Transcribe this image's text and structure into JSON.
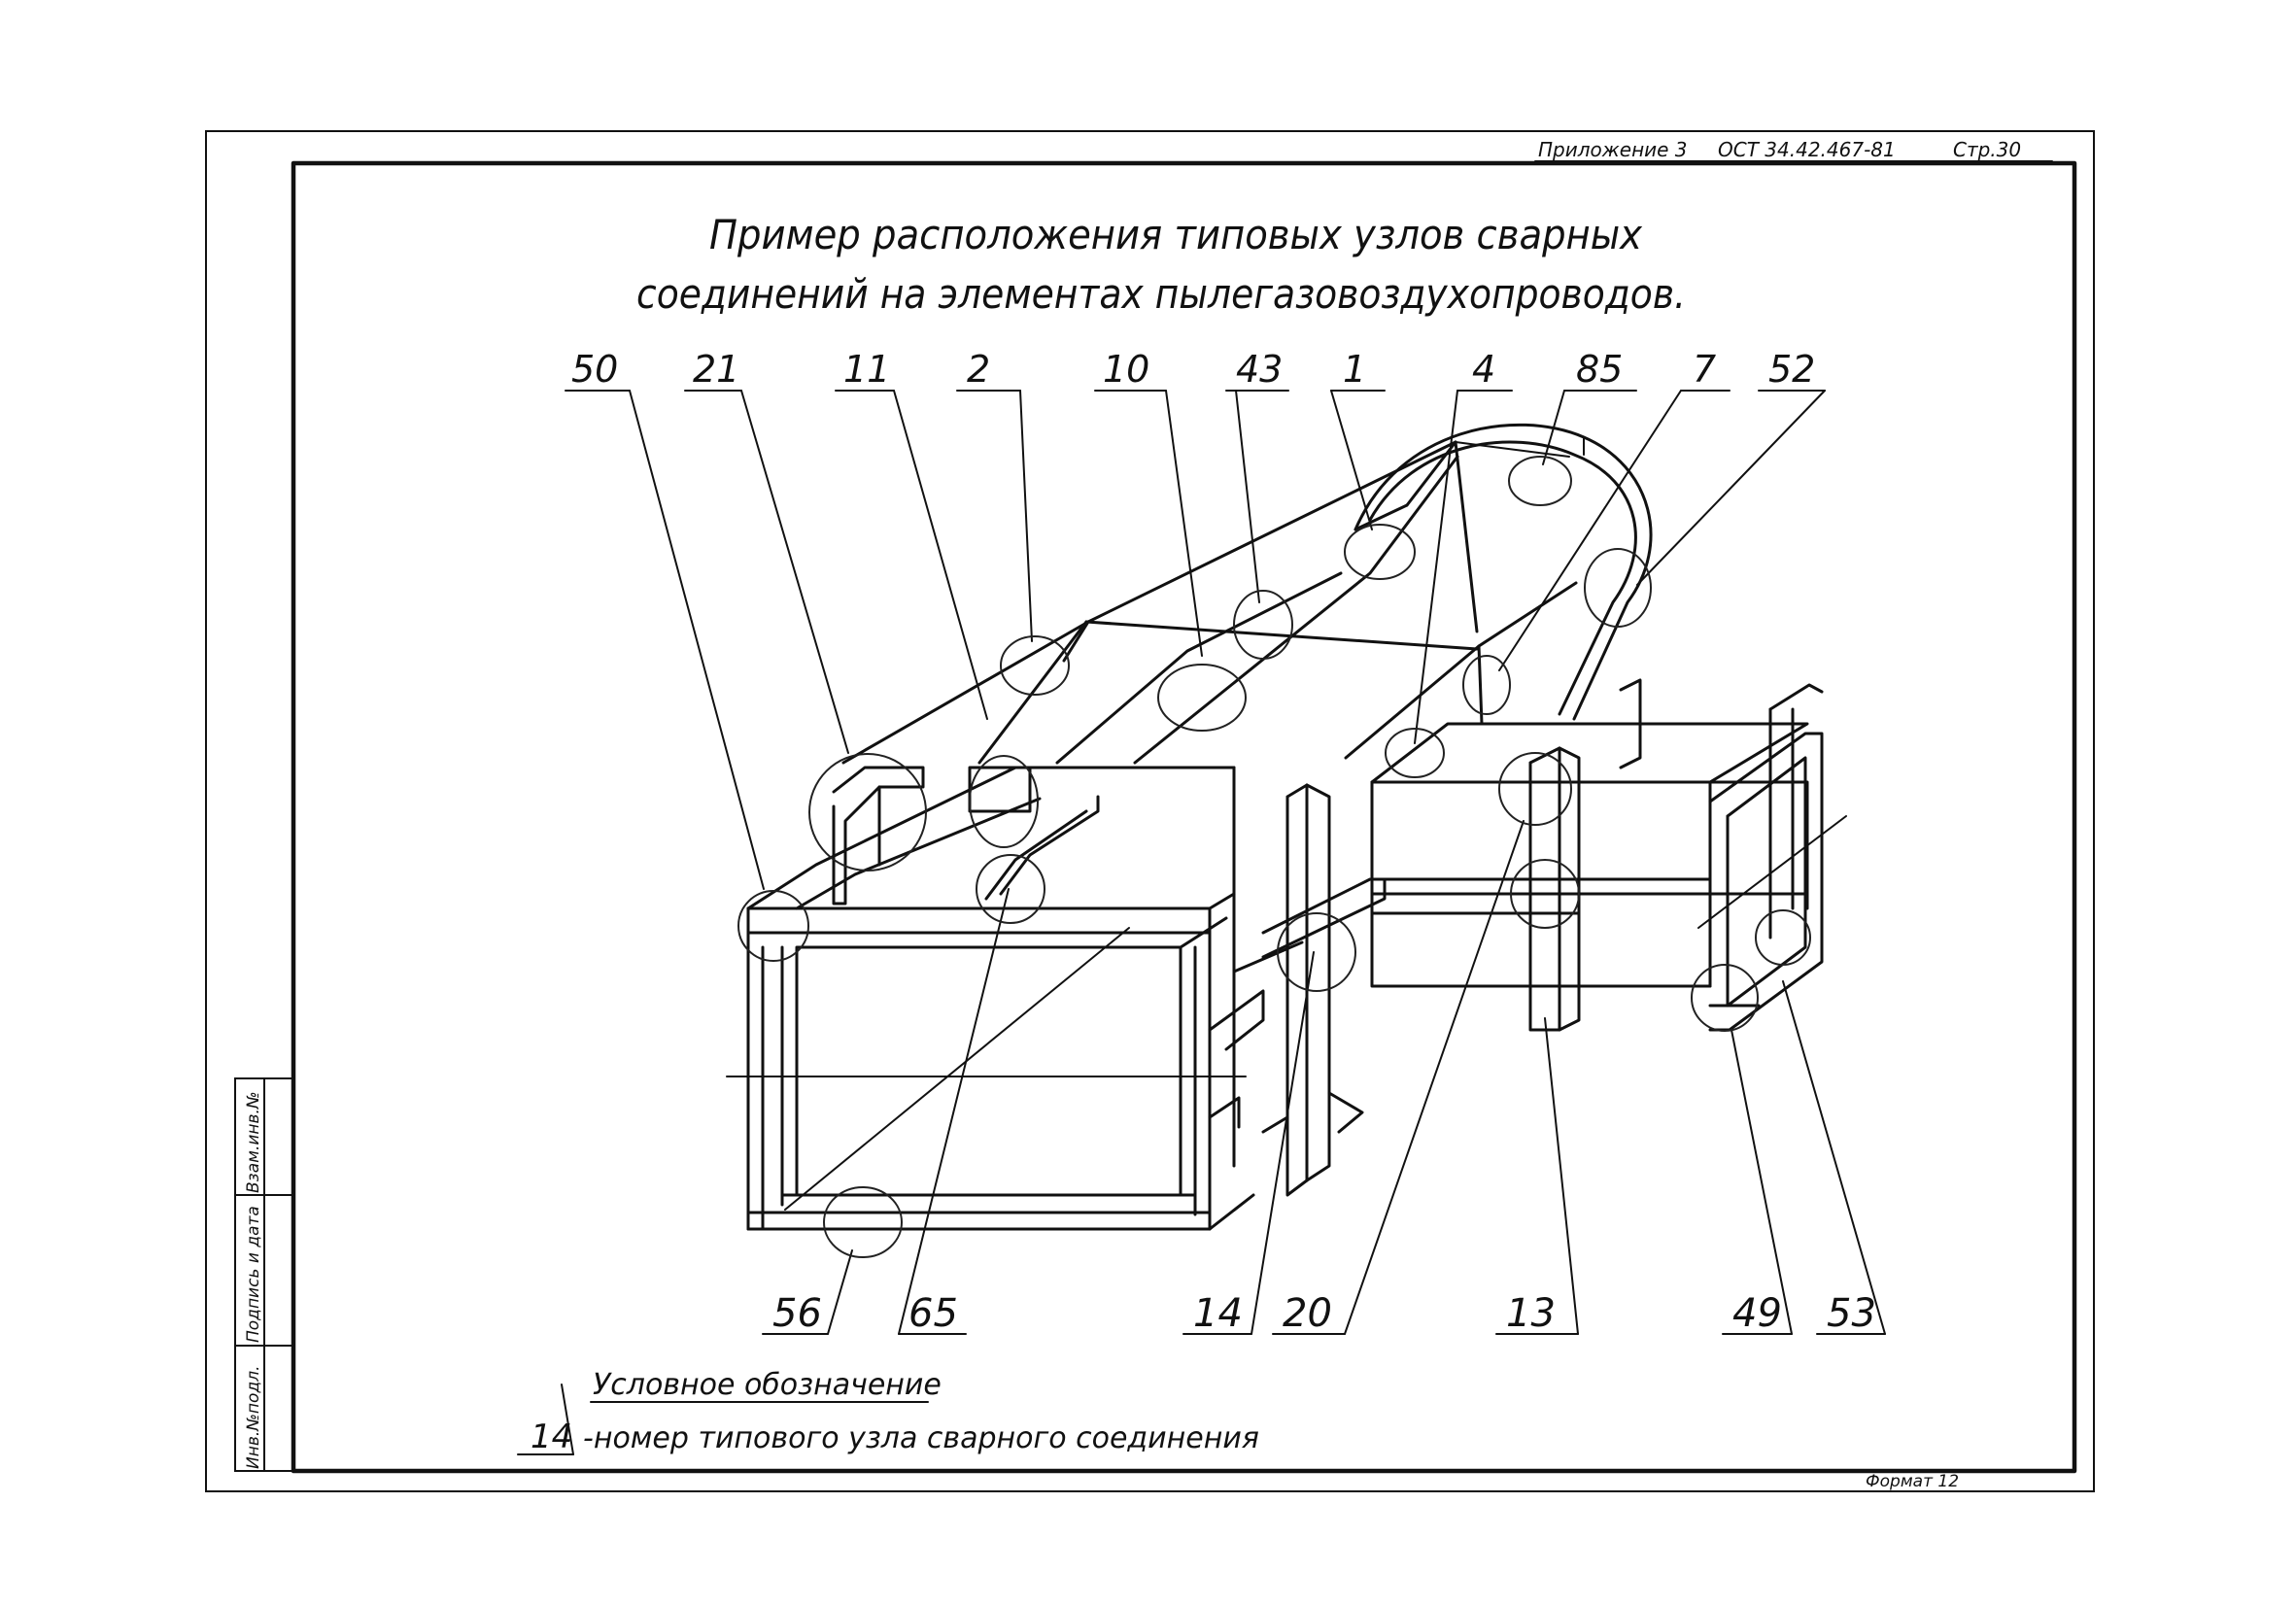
{
  "header": {
    "appendix": "Приложение 3",
    "standard": "ОСТ 34.42.467-81",
    "page": "Стр.30"
  },
  "title": {
    "line1": "Пример расположения типовых узлов сварных",
    "line2": "соединений на элементах пылегазовоздухопроводов."
  },
  "top_labels": [
    "50",
    "21",
    "11",
    "2",
    "10",
    "43",
    "1",
    "4",
    "85",
    "7",
    "52"
  ],
  "bottom_labels": [
    "56",
    "65",
    "14",
    "20",
    "13",
    "49",
    "53"
  ],
  "legend": {
    "heading": "Условное обозначение",
    "sample_number": "14",
    "description": "-номер типового узла сварного соединения"
  },
  "stamp": {
    "col1": "Инв.№подл.",
    "col2": "Подпись и дата",
    "col3": "Взам.инв.№"
  },
  "footer": {
    "format": "Формат 12"
  }
}
